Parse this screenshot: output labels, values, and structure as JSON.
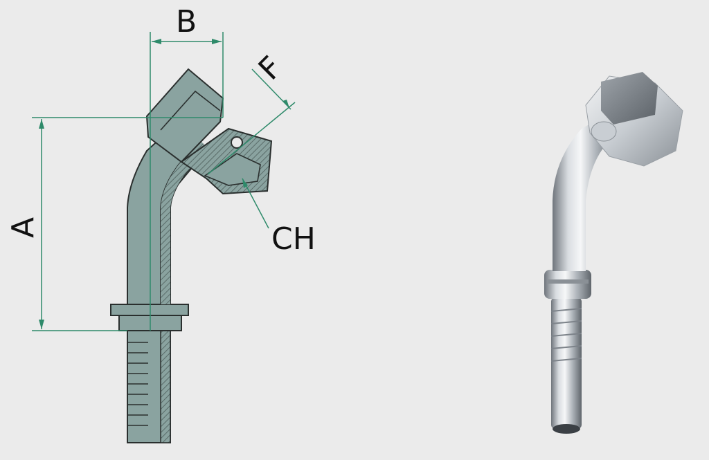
{
  "labels": {
    "a": "A",
    "b": "B",
    "f": "F",
    "ch": "CH"
  },
  "colors": {
    "background": "#ebebeb",
    "dimension_line": "#2e8a6a",
    "section_fill": "#8aa3a0",
    "outline": "#2a2f2e",
    "hatch": "#4e5e5c",
    "steel_light": "#e6e8ea",
    "steel_mid": "#b9bec4",
    "steel_dark": "#6f757c"
  }
}
